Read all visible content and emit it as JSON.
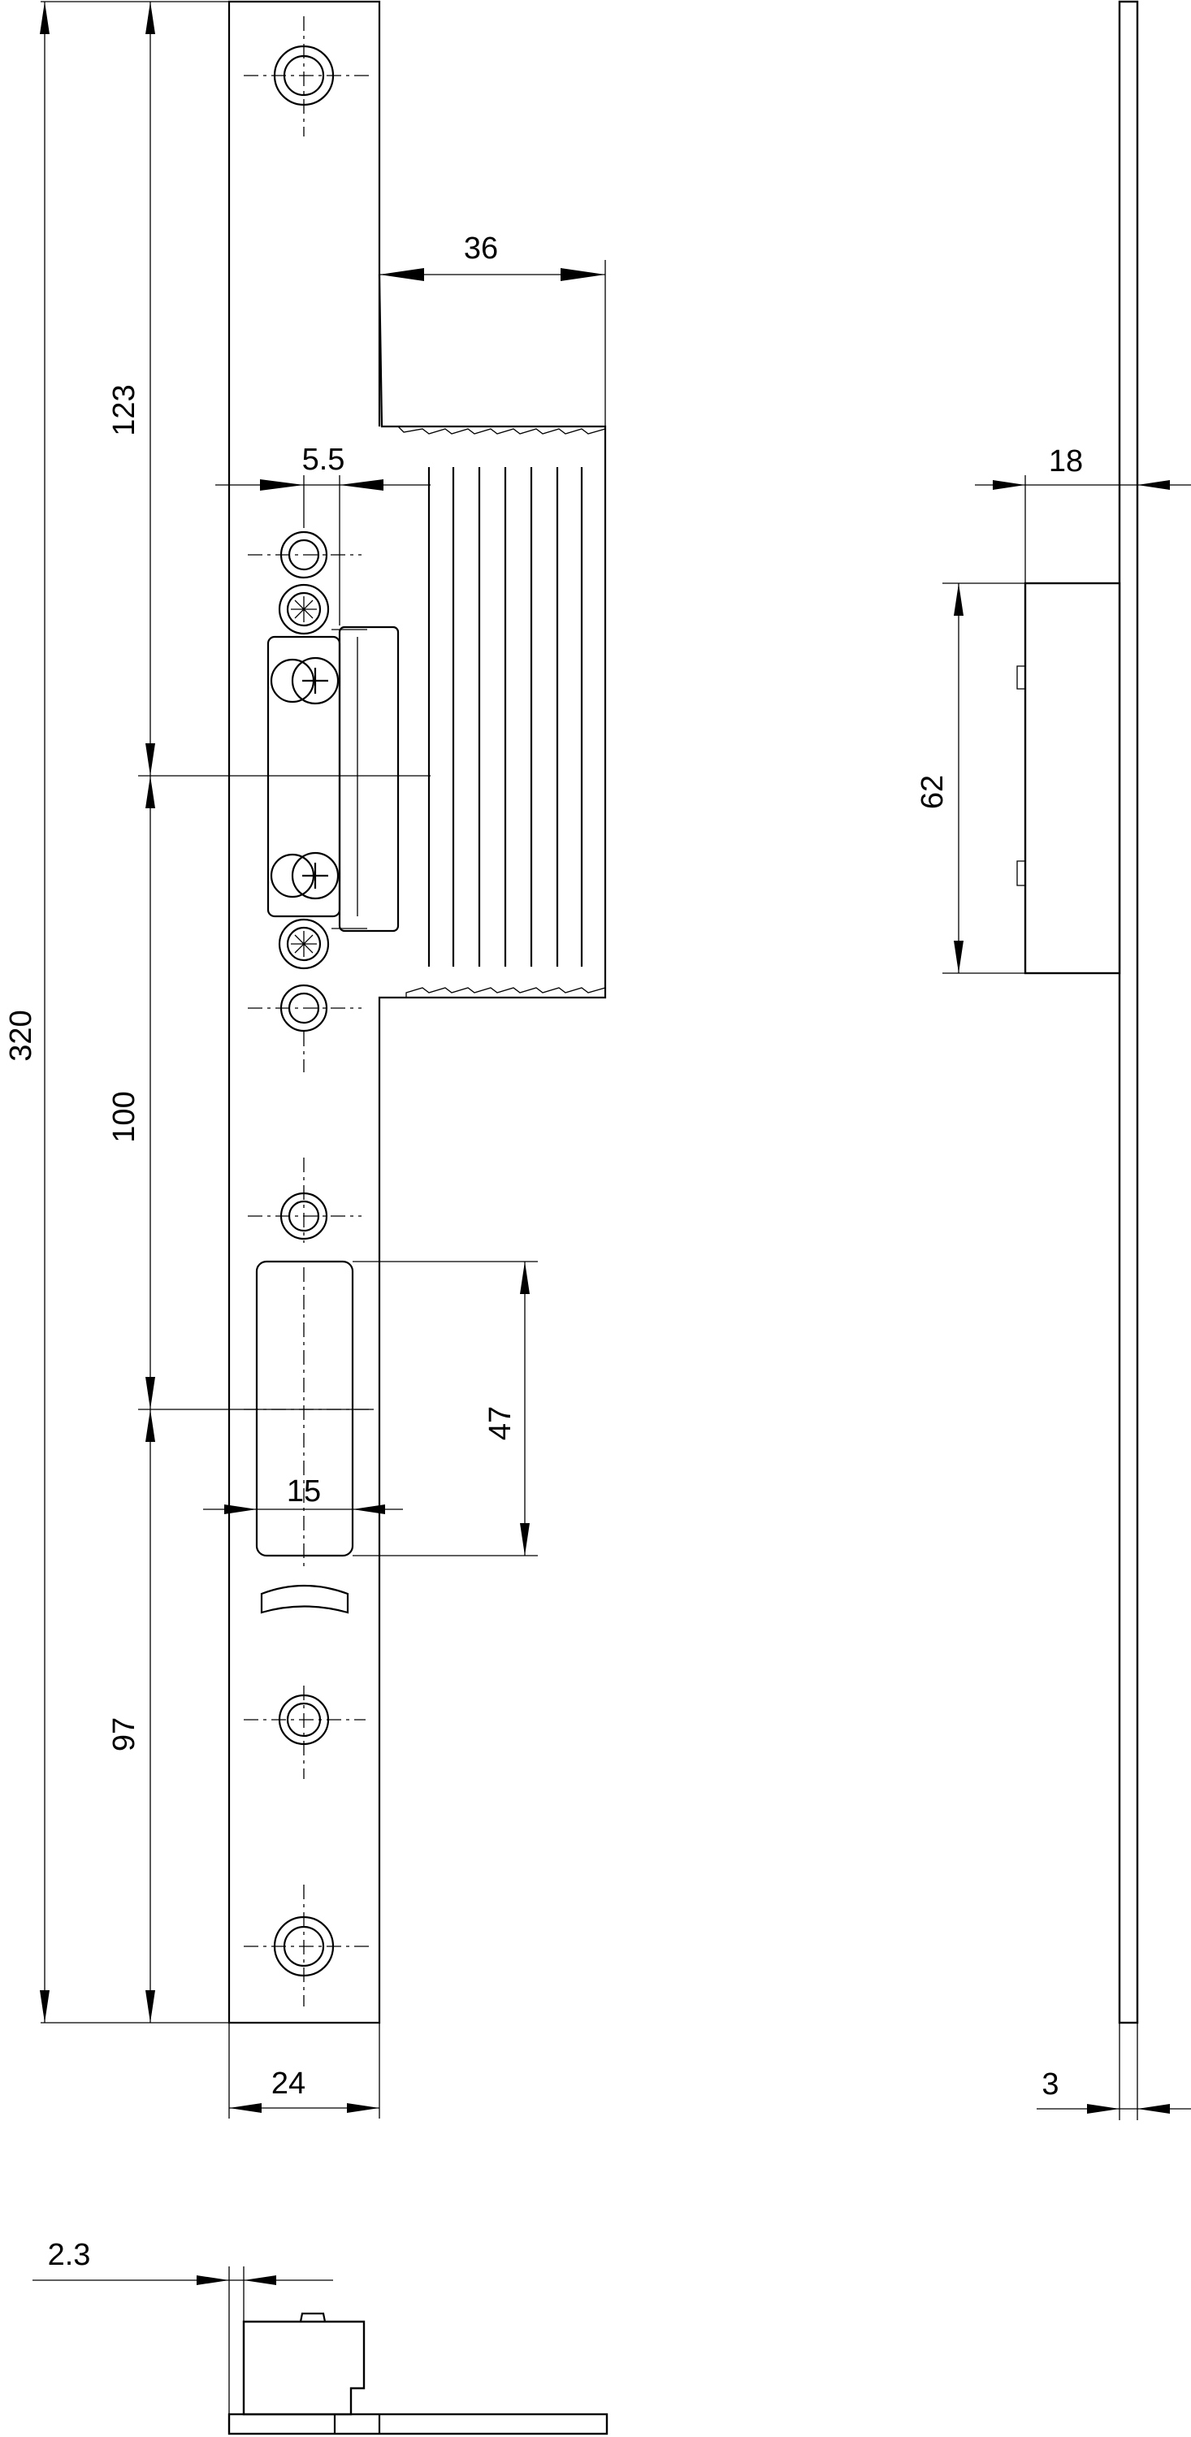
{
  "drawing": {
    "subject": "strike-plate-technical-drawing",
    "dimensions": {
      "total_height": "320",
      "top_to_center": "123",
      "center_to_slot": "100",
      "slot_to_bottom": "97",
      "plate_width": "24",
      "lip_width": "36",
      "offset": "5.5",
      "slot_height": "47",
      "slot_width": "15",
      "box_depth": "18",
      "box_height": "62",
      "plate_thickness": "3",
      "bottom_offset": "2.3"
    }
  }
}
